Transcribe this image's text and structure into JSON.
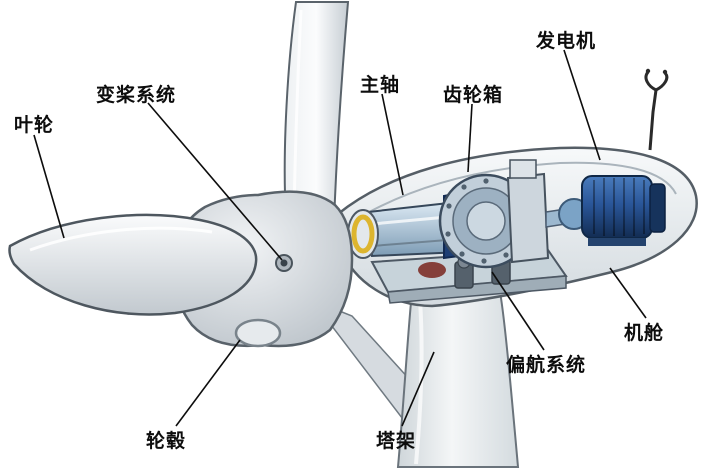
{
  "labels": {
    "rotor": "叶轮",
    "pitch_system": "变桨系统",
    "main_shaft": "主轴",
    "gearbox": "齿轮箱",
    "generator": "发电机",
    "nacelle": "机舱",
    "yaw_system": "偏航系统",
    "hub": "轮毂",
    "tower": "塔架"
  }
}
